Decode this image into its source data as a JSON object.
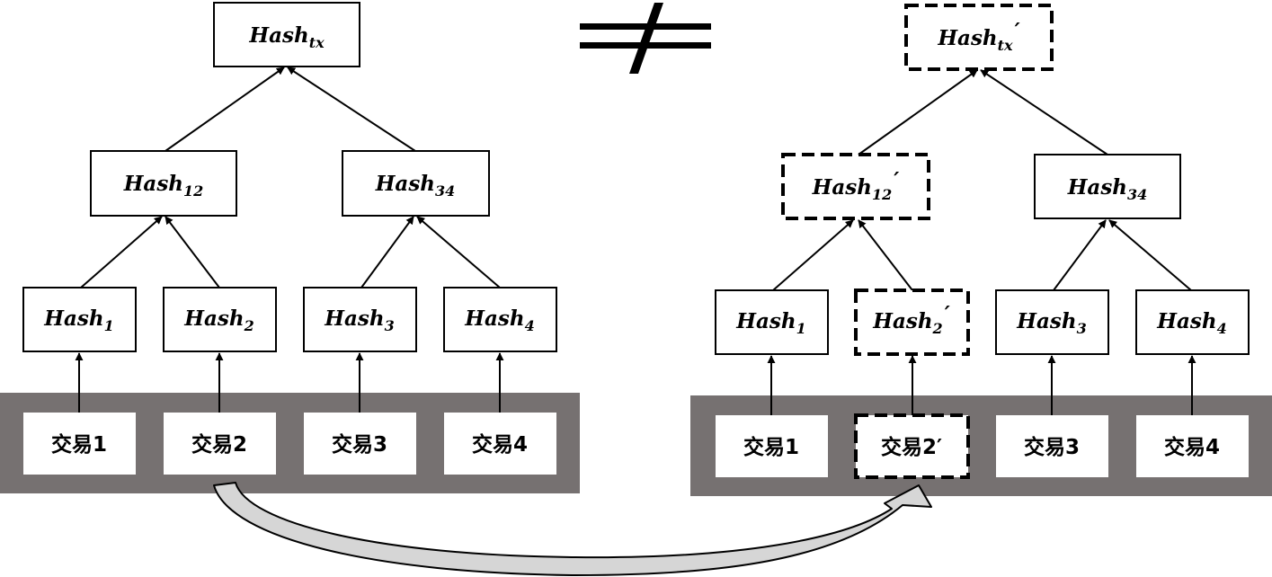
{
  "colors": {
    "tray": "#767171",
    "box_fill": "#ffffff",
    "stroke": "#000000",
    "curved_arrow_fill": "#d6d6d6"
  },
  "not_equal_symbol": "≠",
  "left_tree": {
    "root": {
      "base": "Hash",
      "sub": "tx",
      "prime": ""
    },
    "level2": [
      {
        "base": "Hash",
        "sub": "12",
        "prime": ""
      },
      {
        "base": "Hash",
        "sub": "34",
        "prime": ""
      }
    ],
    "leaves": [
      {
        "base": "Hash",
        "sub": "1",
        "prime": ""
      },
      {
        "base": "Hash",
        "sub": "2",
        "prime": ""
      },
      {
        "base": "Hash",
        "sub": "3",
        "prime": ""
      },
      {
        "base": "Hash",
        "sub": "4",
        "prime": ""
      }
    ],
    "transactions": [
      "交易1",
      "交易2",
      "交易3",
      "交易4"
    ]
  },
  "right_tree": {
    "root": {
      "base": "Hash",
      "sub": "tx",
      "prime": "′",
      "modified": true
    },
    "level2": [
      {
        "base": "Hash",
        "sub": "12",
        "prime": "′",
        "modified": true
      },
      {
        "base": "Hash",
        "sub": "34",
        "prime": "",
        "modified": false
      }
    ],
    "leaves": [
      {
        "base": "Hash",
        "sub": "1",
        "prime": "",
        "modified": false
      },
      {
        "base": "Hash",
        "sub": "2",
        "prime": "′",
        "modified": true
      },
      {
        "base": "Hash",
        "sub": "3",
        "prime": "",
        "modified": false
      },
      {
        "base": "Hash",
        "sub": "4",
        "prime": "",
        "modified": false
      }
    ],
    "transactions": [
      "交易1",
      "交易2′",
      "交易3",
      "交易4"
    ],
    "modified_transaction_index": 1
  }
}
